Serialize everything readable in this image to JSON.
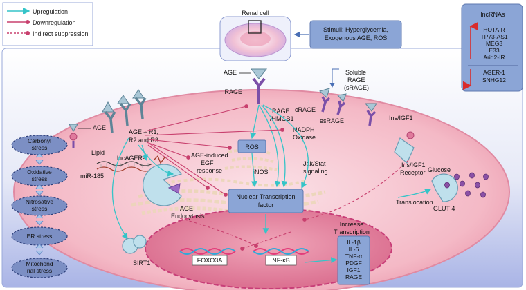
{
  "legend": {
    "upregulation": "Upregulation",
    "downregulation": "Downregulation",
    "indirect": "Indirect suppression"
  },
  "renal_cell": "Renal cell",
  "stimuli": [
    "Stimuli: Hyperglycemia,",
    "Exogenous AGE, ROS"
  ],
  "lncrnas": {
    "title": "lncRNAs",
    "up": [
      "HOTAIR",
      "TP73-AS1",
      "MEG3",
      "E33",
      "Arid2-IR"
    ],
    "down": [
      "AGER-1",
      "SNHG12"
    ]
  },
  "stress": [
    [
      "Carbonyl",
      "stress"
    ],
    [
      "Oxidative",
      "stress"
    ],
    [
      "Nitrosative",
      "stress"
    ],
    [
      "ER stress"
    ],
    [
      "Mitochond",
      "rial stress"
    ]
  ],
  "labels": {
    "age_top": "AGE",
    "rage": "RAGE",
    "soluble": [
      "Soluble",
      "RAGE",
      "(sRAGE)"
    ],
    "crage": "cRAGE",
    "esrage": "esRAGE",
    "age_left": "AGE",
    "lipid": "Lipid",
    "mir185": "miR-185",
    "lncager": "lncAGER-1",
    "age_r": [
      "AGE – R1,",
      "R2 and R3"
    ],
    "rage_hmgb1": [
      "RAGE",
      "/HMGB1"
    ],
    "nadph": [
      "NADPH",
      "Oxidase"
    ],
    "ros": "ROS",
    "inos": "iNOS",
    "age_egf": [
      "AGE-induced",
      "EGF",
      "response"
    ],
    "jak": [
      "Jak/Stat",
      "signaling"
    ],
    "ntf": [
      "Nuclear Transcription",
      "factor"
    ],
    "endocytosis": [
      "AGE",
      "Endocytosis"
    ],
    "ins_igf1": "Ins/IGF1",
    "ins_receptor": [
      "Ins/IGF1",
      "Receptor"
    ],
    "glucose": "Glucose",
    "translocation": "Translocation",
    "glut4": "GLUT 4",
    "increase": [
      "Increase",
      "Transcription"
    ],
    "sirt1": "SIRT1",
    "foxo3a": "FOXO3A",
    "nfkb": "NF-κB"
  },
  "targets": [
    "IL-1β",
    "IL-6",
    "TNF-α",
    "PDGF",
    "IGF1",
    "RAGE"
  ],
  "colors": {
    "cyan": "#35c4c8",
    "pink": "#c8406e",
    "outer_frame": "#a9b6e6",
    "cell": "#f4b9c6",
    "cell_border": "#e2a0b4",
    "nucleus": "#e7839f",
    "nucleus_border": "#c83e78",
    "box": "#8ba5d6",
    "box_border": "#5f79b0",
    "stress": "#7c8fc4",
    "red": "#d92b2b"
  }
}
